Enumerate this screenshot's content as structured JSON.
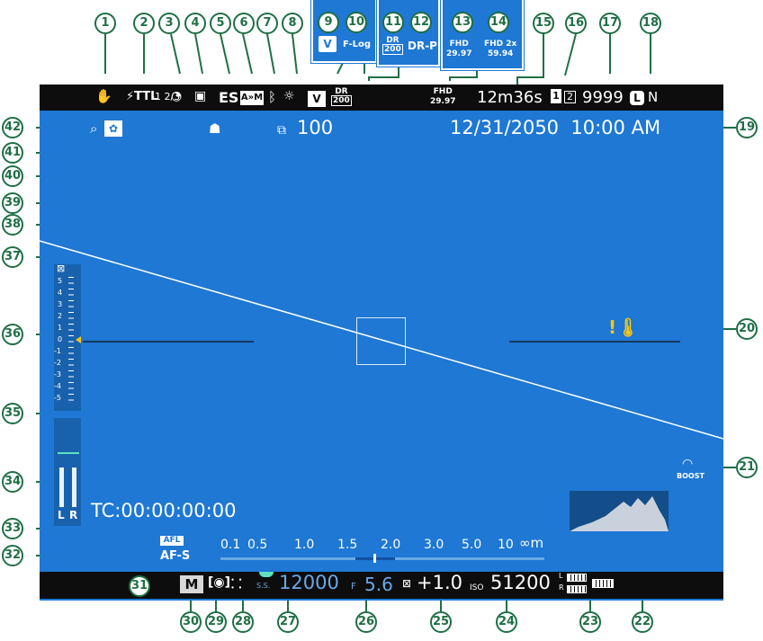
{
  "top_bar": {
    "flash_mode": "TTL",
    "flash_comp": "-1 2/3",
    "shutter_type": "ES",
    "film_sim_icon": "V",
    "dr_value": "200",
    "movie_format": "FHD",
    "movie_fps": "29.97",
    "remaining_time": "12m36s",
    "remaining_shots": "9999",
    "image_size": "L",
    "image_quality": "N"
  },
  "callout_panels": {
    "film_sim": "V",
    "flog": "F-Log",
    "dr_label": "DR",
    "dr_value": "200",
    "drp": "DR-P",
    "fhd_label": "FHD",
    "fhd_fps": "29.97",
    "fhd2x_label": "FHD 2x",
    "fhd2x_fps": "59.94"
  },
  "info": {
    "datetime": "12/31/2050  10:00 AM",
    "frame_counter": "100",
    "timecode": "TC:00:00:00:00"
  },
  "exposure_scale": [
    "5",
    "4",
    "3",
    "2",
    "1",
    "0",
    "-1",
    "-2",
    "-3",
    "-4",
    "-5"
  ],
  "audio": {
    "left": "L",
    "right": "R"
  },
  "distance_scale": [
    "0.1",
    "0.5",
    "1.0",
    "1.5",
    "2.0",
    "3.0",
    "5.0",
    "10",
    "∞m"
  ],
  "focus": {
    "afl": "AFL",
    "mode": "AF-S"
  },
  "boost": "BOOST",
  "bottom_bar": {
    "shooting_mode": "M",
    "ss_label": "S.S.",
    "shutter_speed": "12000",
    "f_label": "F",
    "aperture": "5.6",
    "exp_comp": "+1.0",
    "iso_label": "ISO",
    "iso": "51200",
    "batt_l": "L",
    "batt_r": "R"
  },
  "callouts": [
    "1",
    "2",
    "3",
    "4",
    "5",
    "6",
    "7",
    "8",
    "9",
    "10",
    "11",
    "12",
    "13",
    "14",
    "15",
    "16",
    "17",
    "18",
    "19",
    "20",
    "21",
    "22",
    "23",
    "24",
    "25",
    "26",
    "27",
    "28",
    "29",
    "30",
    "31",
    "32",
    "33",
    "34",
    "35",
    "36",
    "37",
    "38",
    "39",
    "40",
    "41",
    "42"
  ],
  "colors": {
    "screen": "#1e78d4",
    "bar": "#0d0d0d",
    "accent": "#f5c518",
    "callout": "#1f6f44"
  }
}
